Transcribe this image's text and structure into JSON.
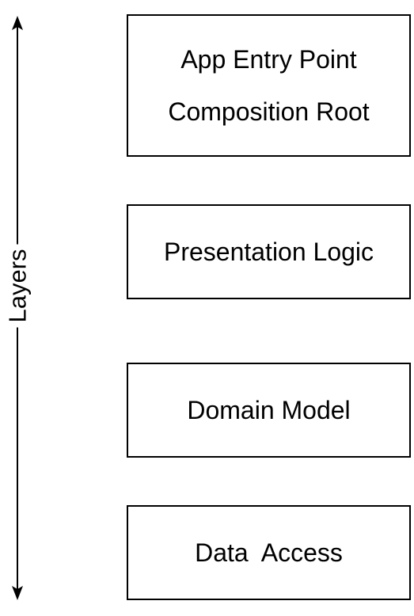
{
  "axis": {
    "label": "Layers"
  },
  "layers": [
    {
      "lines": [
        "App Entry Point",
        "Composition Root"
      ]
    },
    {
      "lines": [
        "Presentation Logic"
      ]
    },
    {
      "lines": [
        "Domain Model"
      ]
    },
    {
      "lines": [
        "Data  Access"
      ]
    }
  ]
}
